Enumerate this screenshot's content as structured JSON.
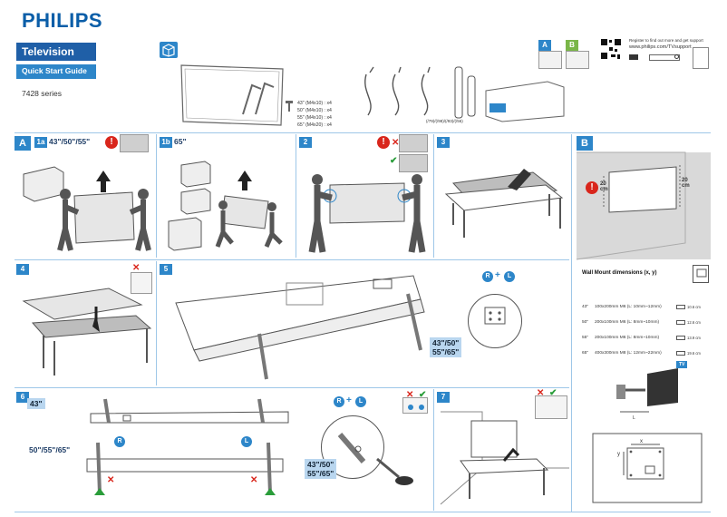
{
  "header": {
    "brand": "PHILIPS",
    "title": "Television",
    "subtitle": "Quick Start Guide",
    "series": "7428 series"
  },
  "register": {
    "text": "Register to find out more and get support",
    "url": "www.philips.com/TVsupport"
  },
  "box_contents": {
    "screws": [
      {
        "size": "43\"",
        "spec": "(M4x10)",
        "qty": "x4"
      },
      {
        "size": "50\"",
        "spec": "(M4x10)",
        "qty": "x4"
      },
      {
        "size": "55\"",
        "spec": "(M4x10)",
        "qty": "x4"
      },
      {
        "size": "65\"",
        "spec": "(M4x20)",
        "qty": "x4"
      }
    ],
    "remote_models": "(/79)/(/98)/(/93)/(/56)"
  },
  "top_tabs": {
    "a": "A",
    "b": "B"
  },
  "steps": {
    "s1a_sizes": "43\"/50\"/55\"",
    "s1b_size": "65\"",
    "s2": "2",
    "s3": "3",
    "s4": "4",
    "s5": "5",
    "s6": "6",
    "s7": "7",
    "s1a_label": "1a",
    "s1b_label": "1b"
  },
  "section_letters": {
    "a": "A",
    "b": "B"
  },
  "step5": {
    "r": "R",
    "l": "L",
    "sizes_line1": "43\"/50\"",
    "sizes_line2": "55\"/65\""
  },
  "step6": {
    "size_43": "43\"",
    "size_rest": "50\"/55\"/65\"",
    "r": "R",
    "l": "L",
    "sizes_line1": "43\"/50\"",
    "sizes_line2": "55\"/65\""
  },
  "wall_mount": {
    "panel_w": "20",
    "panel_unit": "cm",
    "title": "Wall Mount dimensions (x, y)",
    "rows": [
      {
        "size": "43\"",
        "spec": "100x200mm M6 (L: 10mm~12mm)",
        "weight": "10.6 cm"
      },
      {
        "size": "50\"",
        "spec": "200x100mm M6 (L: 8mm~10mm)",
        "weight": "12.6 cm"
      },
      {
        "size": "55\"",
        "spec": "200x100mm M6 (L: 8mm~10mm)",
        "weight": "13.9 cm"
      },
      {
        "size": "65\"",
        "spec": "400x300mm M8 (L: 12mm~22mm)",
        "weight": "19.6 cm"
      }
    ],
    "tv_label": "TV",
    "l_label": "L",
    "x_label": "x",
    "y_label": "y"
  },
  "colors": {
    "brand": "#0b5ea8",
    "accent": "#2d86c9",
    "warn": "#d9261c",
    "ok": "#2a9d3a"
  }
}
